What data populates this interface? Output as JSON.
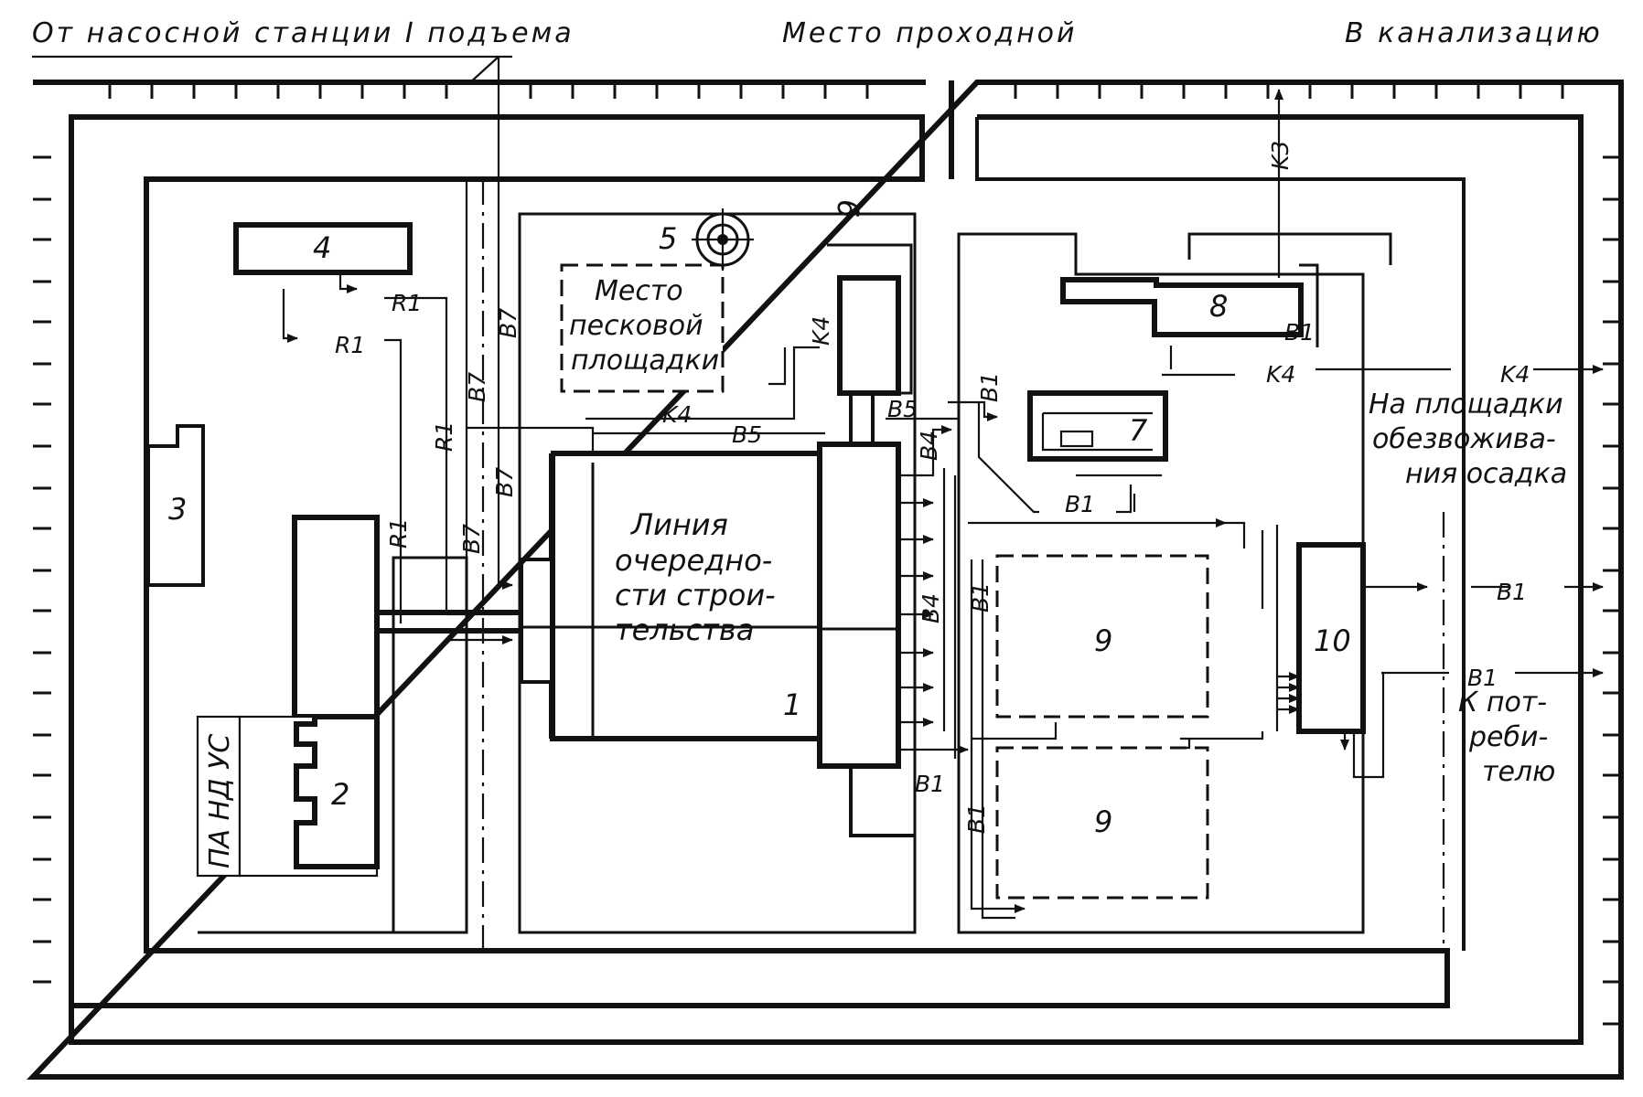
{
  "header": {
    "from_pump": "От насосной станции I подъема",
    "checkpoint": "Место проходной",
    "to_sewer": "В канализацию"
  },
  "buildings": {
    "b1": "1",
    "b2": "2",
    "b3": "3",
    "b4": "4",
    "b5": "5",
    "b6": "6",
    "b7": "7",
    "b8": "8",
    "b9a": "9",
    "b9b": "9",
    "b10": "10"
  },
  "annotations": {
    "sand_area_1": "Место",
    "sand_area_2": "песковой",
    "sand_area_3": "площадки",
    "stage_1": "Линия",
    "stage_2": "очередно-",
    "stage_3": "сти строи-",
    "stage_4": "тельства",
    "dewater_1": "На площадки",
    "dewater_2": "обезвожива-",
    "dewater_3": "ния осадка",
    "consumer_1": "К пот-",
    "consumer_2": "реби-",
    "consumer_3": "телю",
    "pandus": "ПА НД УС"
  },
  "pipes": {
    "r1_a": "R1",
    "r1_b": "R1",
    "r1_c": "R1",
    "r1_d": "R1",
    "b7_a": "B7",
    "b7_b": "B7",
    "b7_c": "B7",
    "b7_d": "B7",
    "k4_a": "K4",
    "k4_b": "K4",
    "k4_c": "K4",
    "k4_d": "K4",
    "b5_a": "B5",
    "b5_b": "B5",
    "b4_a": "B4",
    "b4_b": "B4",
    "k3": "K3",
    "b1_a": "B1",
    "b1_b": "B1",
    "b1_c": "B1",
    "b1_d": "B1",
    "b1_e": "B1",
    "b1_f": "B1",
    "b1_g": "B1",
    "b1_h": "B1"
  }
}
